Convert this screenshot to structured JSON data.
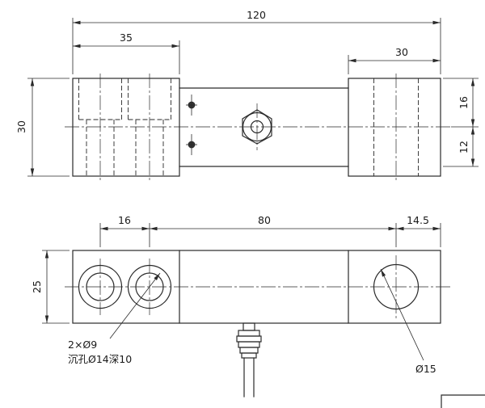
{
  "drawing": {
    "top_view": {
      "dim_overall_length": "120",
      "dim_left_block_width": "35",
      "dim_right_block_width": "30",
      "dim_body_width": "30",
      "dim_right_upper": "16",
      "dim_right_lower": "12"
    },
    "front_view": {
      "dim_hole_pitch": "16",
      "dim_hole_span": "80",
      "dim_edge_offset": "14.5",
      "dim_body_height": "25",
      "note_holes_line1": "2×Ø9",
      "note_holes_line2": "沉孔Ø14深10",
      "label_right_hole": "Ø15"
    },
    "colors": {
      "line": "#2a2a2a",
      "background": "#ffffff"
    }
  }
}
